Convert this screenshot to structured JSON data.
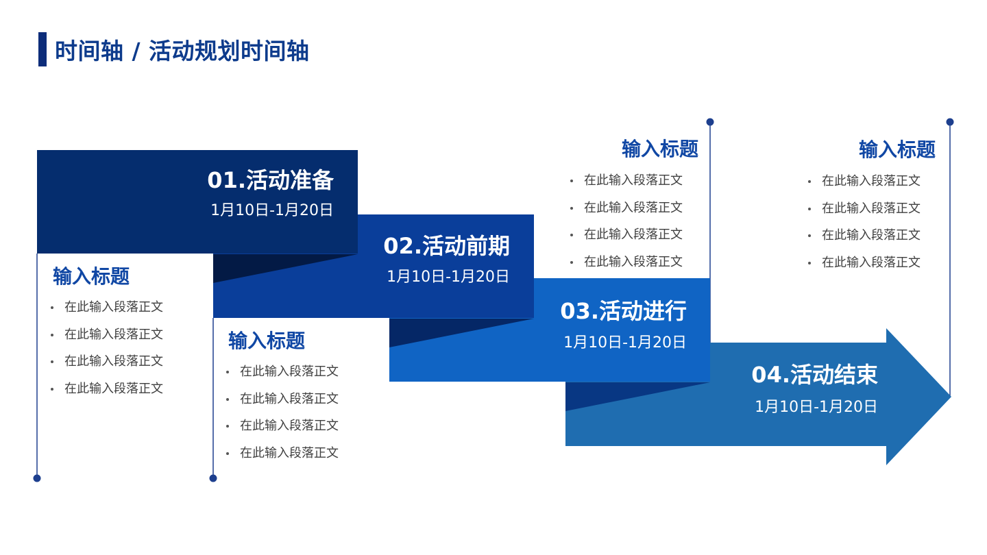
{
  "page": {
    "title": "时间轴 / 活动规划时间轴"
  },
  "colors": {
    "title": "#0d3b8c",
    "accent_bar": "#0d2d7a",
    "heading": "#1047a4",
    "connector": "#1d3f8e",
    "step1": "#052d6e",
    "step1_fold": "#031a45",
    "step2": "#0a3e9a",
    "step2_fold": "#052766",
    "step3": "#1064c4",
    "step3_fold": "#072e75",
    "step4": "#1f6db0",
    "step4_fold": "#083783"
  },
  "steps": [
    {
      "title": "01.活动准备",
      "date": "1月10日-1月20日",
      "heading": "输入标题",
      "items": [
        "在此输入段落正文",
        "在此输入段落正文",
        "在此输入段落正文",
        "在此输入段落正文"
      ]
    },
    {
      "title": "02.活动前期",
      "date": "1月10日-1月20日",
      "heading": "输入标题",
      "items": [
        "在此输入段落正文",
        "在此输入段落正文",
        "在此输入段落正文",
        "在此输入段落正文"
      ]
    },
    {
      "title": "03.活动进行",
      "date": "1月10日-1月20日",
      "heading": "输入标题",
      "items": [
        "在此输入段落正文",
        "在此输入段落正文",
        "在此输入段落正文",
        "在此输入段落正文"
      ]
    },
    {
      "title": "04.活动结束",
      "date": "1月10日-1月20日",
      "heading": "输入标题",
      "items": [
        "在此输入段落正文",
        "在此输入段落正文",
        "在此输入段落正文",
        "在此输入段落正文"
      ]
    }
  ]
}
